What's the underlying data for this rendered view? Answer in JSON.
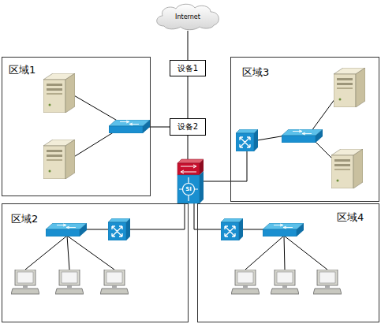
{
  "diagram": {
    "nodes": [
      {
        "text": [
          "Internet"
        ]
      },
      {
        "text": [
          "设备1"
        ]
      },
      {
        "text": [
          "区域1"
        ]
      },
      {
        "text": [
          "区域3"
        ]
      },
      {
        "text": [
          "设备2"
        ]
      },
      {
        "text": [
          "区域2"
        ]
      },
      {
        "text": [
          "区域4"
        ]
      }
    ],
    "edges": [
      {
        "from": 0,
        "to": 1,
        "arrow": "none"
      },
      {
        "from": 1,
        "to": 4,
        "arrow": "none"
      }
    ],
    "labels": [
      "SI"
    ]
  }
}
